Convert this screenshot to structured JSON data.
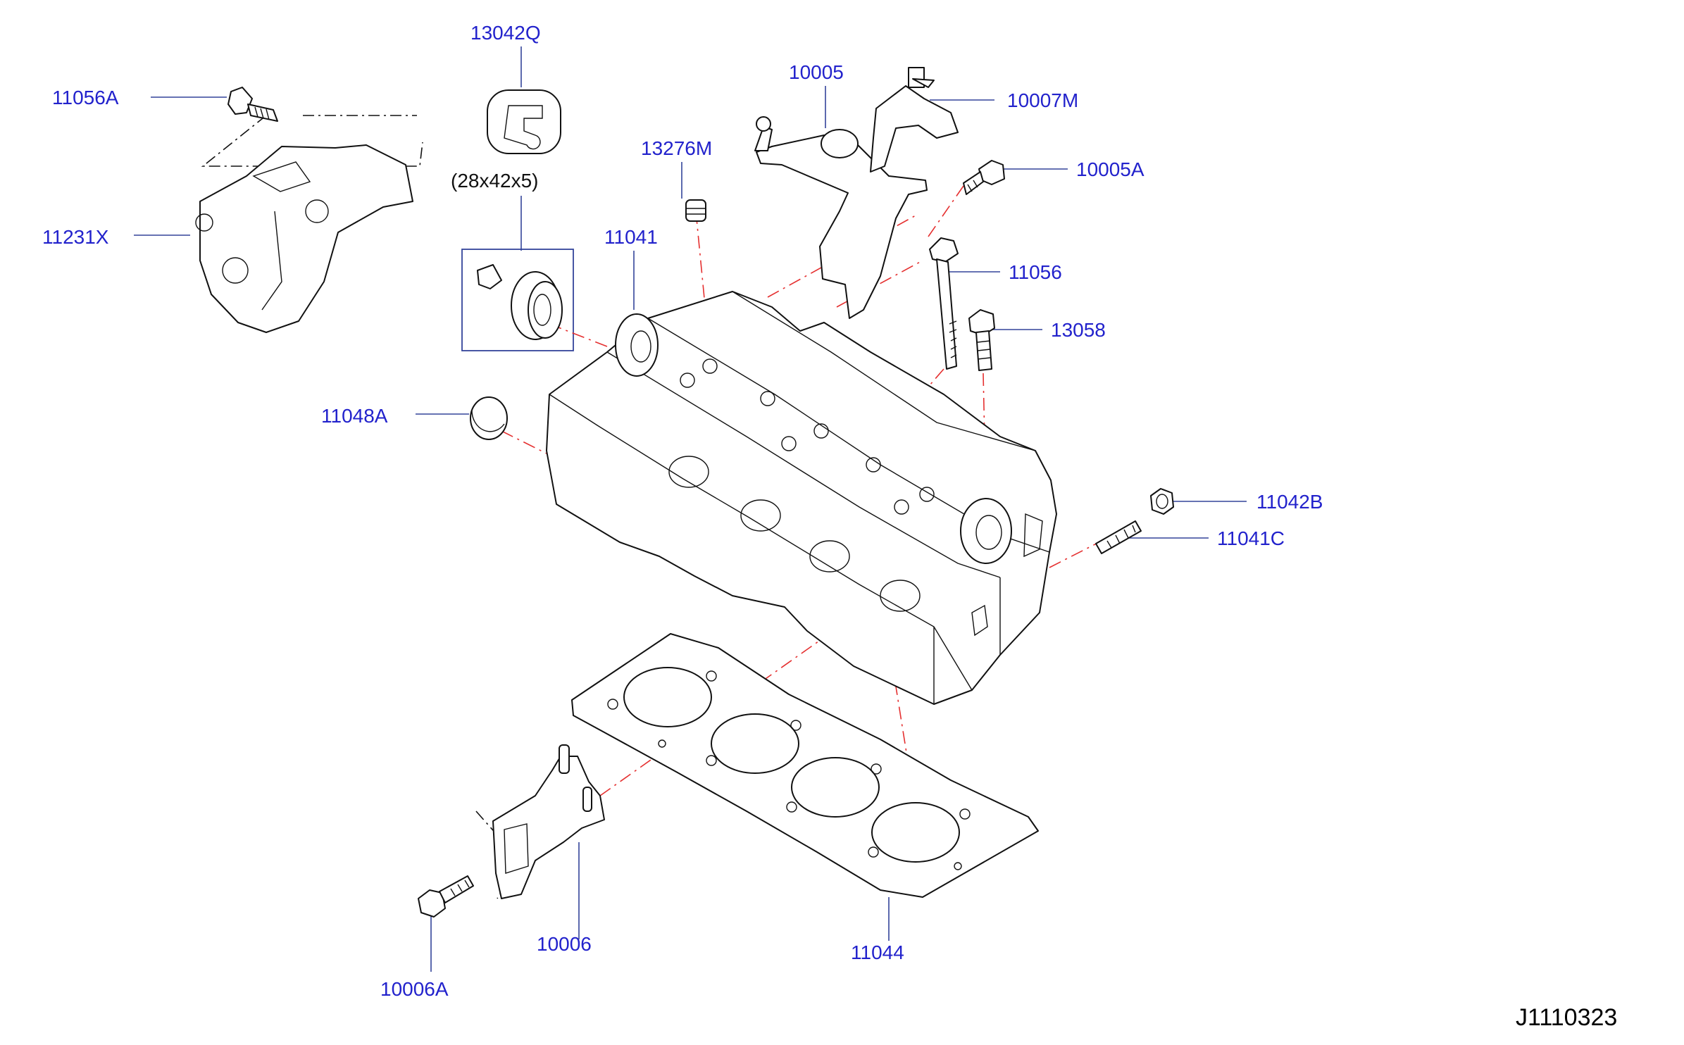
{
  "diagram_code": "J1110323",
  "seal_size_note": "(28x42x5)",
  "labels": {
    "p13042Q": "13042Q",
    "p11056A": "11056A",
    "p11231X": "11231X",
    "p10005": "10005",
    "p10007M": "10007M",
    "p13276M": "13276M",
    "p10005A": "10005A",
    "p11041": "11041",
    "p11056": "11056",
    "p13058": "13058",
    "p11048A": "11048A",
    "p11042B": "11042B",
    "p11041C": "11041C",
    "p10006": "10006",
    "p11044": "11044",
    "p10006A": "10006A"
  }
}
